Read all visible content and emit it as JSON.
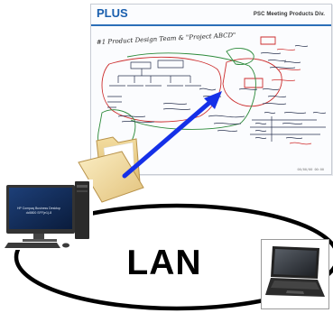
{
  "whiteboard": {
    "brand": "PLUS",
    "caption": "PSC Meeting Products Div.",
    "timestamp": "00/00/00 00:00",
    "title_note": "#1 Product Design Team & \"Project ABCD\""
  },
  "desktop": {
    "screen_text": [
      "HP Compaq Business Desktop",
      "dc5800 SFF(e1)-8"
    ]
  },
  "network": {
    "label": "LAN"
  },
  "colors": {
    "arrow": "#1530e8",
    "folder": "#e8c880",
    "brand": "#1a5fae"
  },
  "icons": [
    "folder-icon",
    "desktop-computer-icon",
    "laptop-icon",
    "arrow-icon"
  ]
}
